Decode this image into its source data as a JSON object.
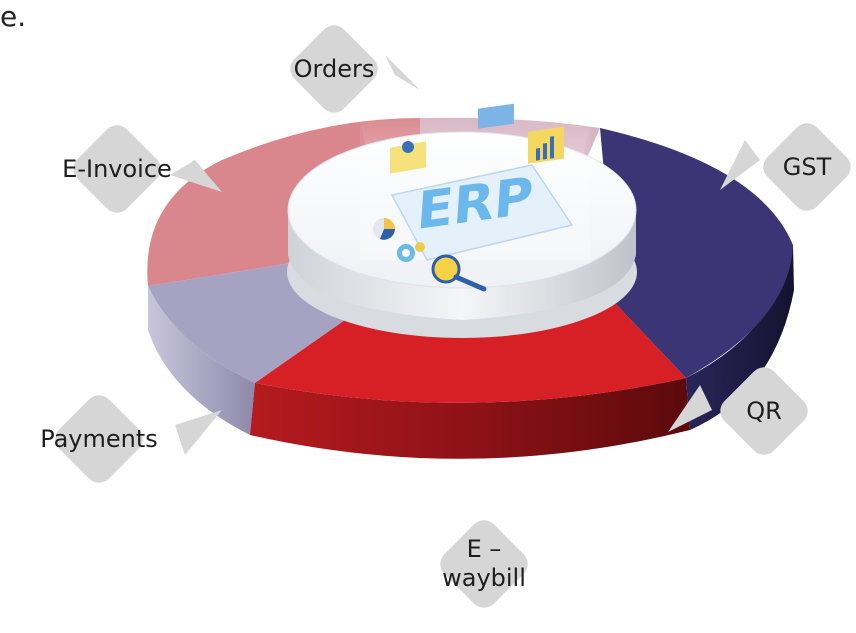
{
  "fragment_text": "e.",
  "hub": {
    "text": "ERP"
  },
  "segments": [
    {
      "label": "Orders",
      "color": "#c9b8cf"
    },
    {
      "label": "GST",
      "color": "#3b3475"
    },
    {
      "label": "QR",
      "color": "#1f1a3f"
    },
    {
      "label_line1": "E –",
      "label_line2": "waybill",
      "color": "#d71f26"
    },
    {
      "label": "Payments",
      "color": "#a6a2c2"
    },
    {
      "label": "E-Invoice",
      "color": "#d9868c"
    }
  ],
  "colors": {
    "red": "#d71f26",
    "dark_red": "#8c1214",
    "navy": "#3b3475",
    "navy_dark": "#241f4d",
    "lavender": "#a6a2c2",
    "pink": "#d9868c",
    "callout_gray": "#d6d6d6",
    "hub_blue": "#6bb8ec"
  }
}
